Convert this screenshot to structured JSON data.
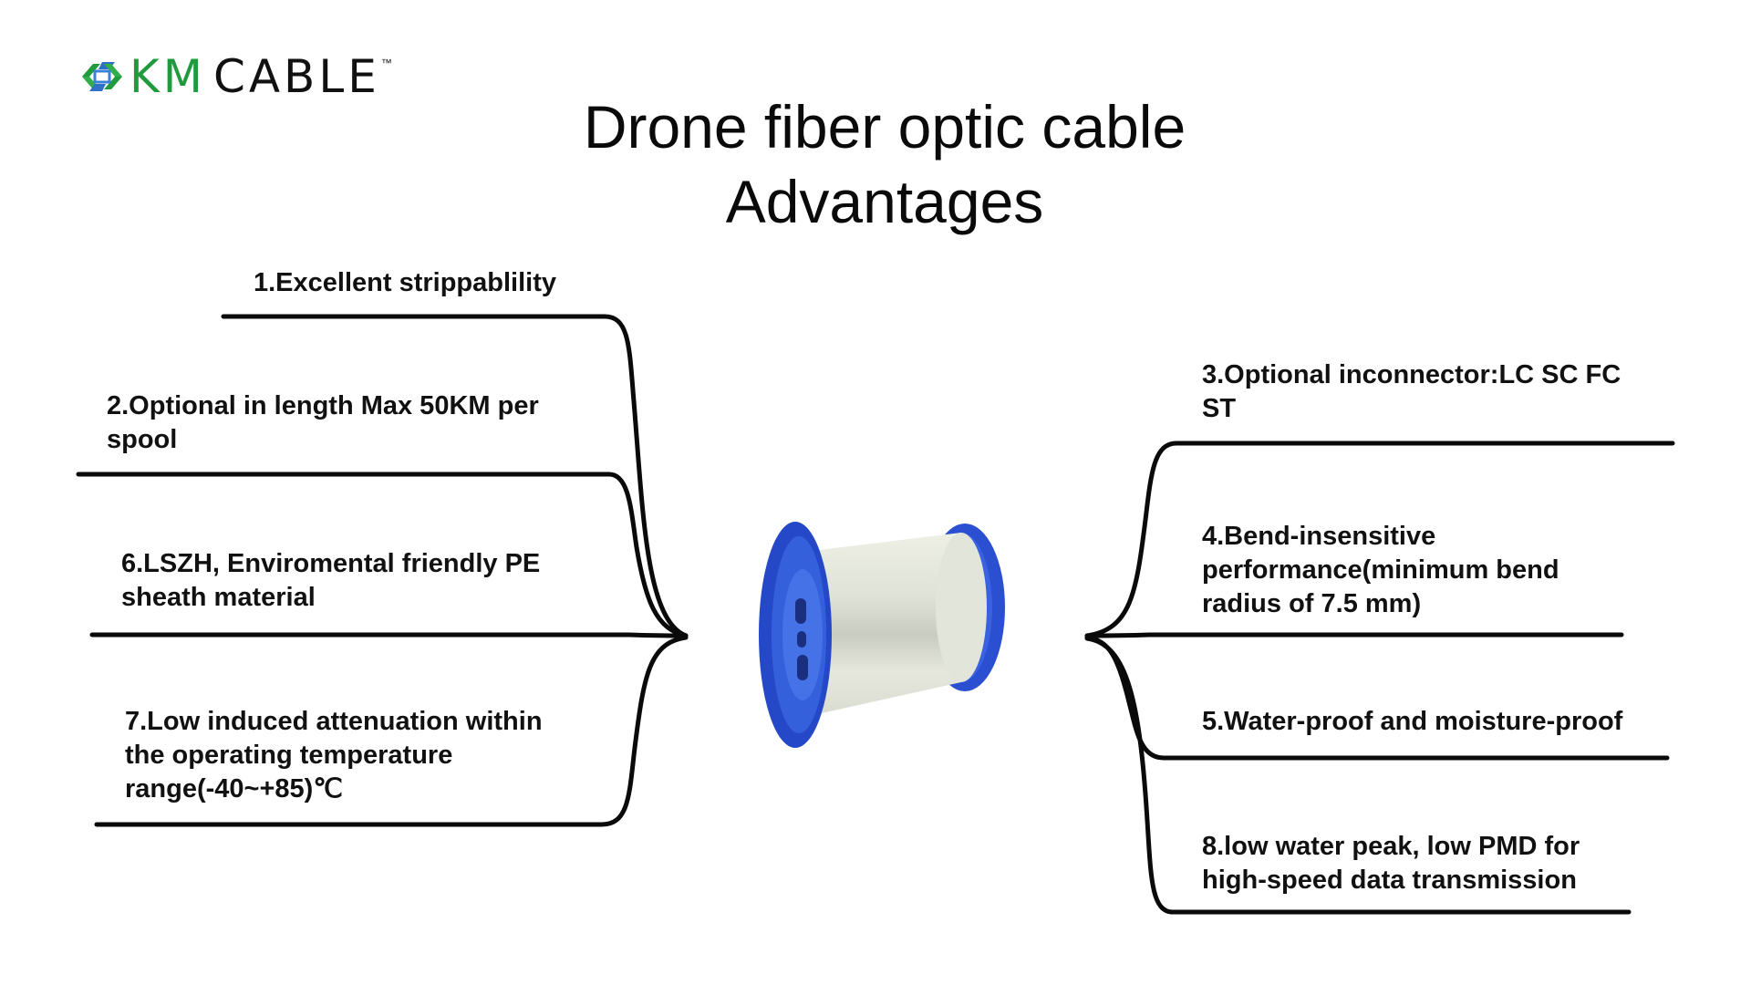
{
  "logo": {
    "brand_primary": "KM",
    "brand_secondary": "CABLE",
    "trademark": "™",
    "colors": {
      "green": "#1f9a3c",
      "blue": "#2f6fc4",
      "black": "#111111"
    }
  },
  "title": {
    "line1": "Drone fiber optic cable",
    "line2": "Advantages"
  },
  "product_image": {
    "label": "fiber optic cable spool",
    "flange_color": "#2a4fd0",
    "fiber_color": "#e4e6dc"
  },
  "advantages_left": [
    {
      "lines": [
        "1.Excellent strippablility"
      ]
    },
    {
      "lines": [
        "2.Optional in length Max 50KM per",
        "spool"
      ]
    },
    {
      "lines": [
        "6.LSZH, Enviromental friendly PE",
        "sheath material"
      ]
    },
    {
      "lines": [
        "7.Low induced attenuation within",
        "the operating temperature",
        "range(-40~+85)℃"
      ]
    }
  ],
  "advantages_right": [
    {
      "lines": [
        "3.Optional inconnector:LC SC FC",
        "ST"
      ]
    },
    {
      "lines": [
        "4.Bend-insensitive",
        "performance(minimum bend",
        "radius of 7.5 mm)"
      ]
    },
    {
      "lines": [
        "5.Water-proof and moisture-proof"
      ]
    },
    {
      "lines": [
        "8.low water peak, low PMD for",
        "high-speed data transmission"
      ]
    }
  ]
}
